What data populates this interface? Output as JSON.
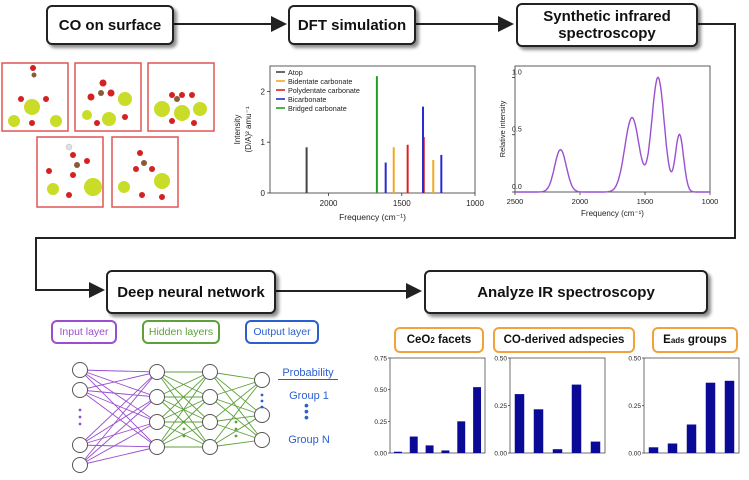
{
  "colors": {
    "carbon": "#8a5a3a",
    "oxygen": "#d42121",
    "cerium": "#c8dc28",
    "hydrogen": "#e0e0e0",
    "purple": "#9a4fd0",
    "green": "#5ea03a",
    "blue": "#2b5fce",
    "orange": "#f2a23c",
    "bar": "#0a0a96"
  },
  "steps": {
    "co_surface": "CO on surface",
    "dft": "DFT simulation",
    "synthetic_ir": "Synthetic infrared spectroscopy",
    "dnn": "Deep neural network",
    "analyze": "Analyze IR spectroscopy"
  },
  "network": {
    "input_layer": "Input layer",
    "hidden_layers": "Hidden layers",
    "output_layer": "Output layer",
    "probability": "Probability",
    "group1": "Group 1",
    "groupN": "Group N"
  },
  "analysis_tags": {
    "facets_pre": "CeO",
    "facets_sub": "2",
    "facets_post": " facets",
    "adspecies": "CO-derived adspecies",
    "eads_pre": "E",
    "eads_sub": "ads",
    "eads_post": " groups"
  },
  "chart_data": [
    {
      "type": "bar",
      "ylabel": "Intensity\n(D/A)² amu⁻¹",
      "xlabel": "Frequency (cm⁻¹)",
      "x_ticks": [
        2000,
        1500,
        1000
      ],
      "y_ticks": [
        0,
        1,
        2
      ],
      "xlim": [
        2400,
        1000
      ],
      "ylim": [
        0,
        2.5
      ],
      "series": [
        {
          "name": "Atop",
          "color": "#444444",
          "x": [
            2150
          ],
          "values": [
            0.9
          ]
        },
        {
          "name": "Bidentate carbonate",
          "color": "#f5a623",
          "x": [
            1555,
            1285
          ],
          "values": [
            0.9,
            0.65
          ]
        },
        {
          "name": "Polydentate carbonate",
          "color": "#e02020",
          "x": [
            1460,
            1350
          ],
          "values": [
            0.95,
            1.1
          ]
        },
        {
          "name": "Bicarbonate",
          "color": "#2a2ad0",
          "x": [
            1610,
            1355,
            1230
          ],
          "values": [
            0.6,
            1.7,
            0.75
          ]
        },
        {
          "name": "Bridged carbonate",
          "color": "#21a121",
          "x": [
            1670
          ],
          "values": [
            2.3
          ]
        }
      ]
    },
    {
      "type": "line",
      "ylabel": "Relative intensity",
      "xlabel": "Frequency (cm⁻¹)",
      "x_ticks": [
        2500,
        2000,
        1500,
        1000
      ],
      "y_ticks": [
        0.0,
        0.5,
        1.0
      ],
      "xlim": [
        2500,
        1000
      ],
      "ylim": [
        0,
        1.1
      ],
      "series": [
        {
          "color": "#9a4fd0",
          "peaks": [
            [
              2150,
              0.37,
              45
            ],
            [
              1600,
              0.65,
              55
            ],
            [
              1400,
              1.0,
              48
            ],
            [
              1235,
              0.5,
              32
            ]
          ]
        }
      ]
    },
    {
      "type": "bar",
      "y_ticks": [
        "0.00",
        "0.25",
        "0.50",
        "0.75"
      ],
      "ylim": [
        0,
        0.75
      ],
      "values": [
        0.01,
        0.13,
        0.06,
        0.02,
        0.25,
        0.52
      ]
    },
    {
      "type": "bar",
      "y_ticks": [
        "0.00",
        "0.25",
        "0.50"
      ],
      "ylim": [
        0,
        0.5
      ],
      "values": [
        0.31,
        0.23,
        0.02,
        0.36,
        0.06
      ]
    },
    {
      "type": "bar",
      "y_ticks": [
        "0.00",
        "0.25",
        "0.50"
      ],
      "ylim": [
        0,
        0.5
      ],
      "values": [
        0.03,
        0.05,
        0.15,
        0.37,
        0.38
      ]
    }
  ]
}
